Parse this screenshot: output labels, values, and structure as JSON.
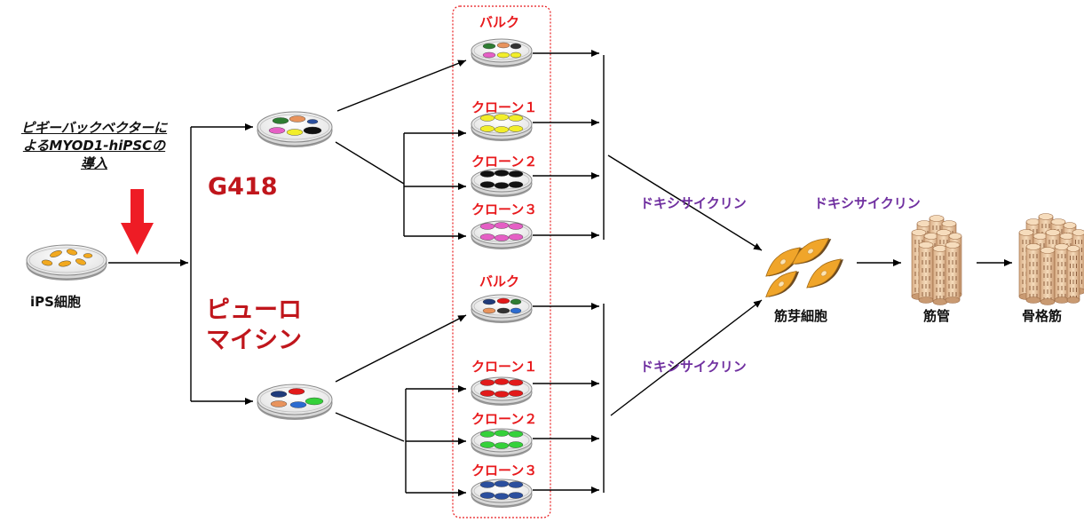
{
  "intro_label": [
    "ピギーバックベクターに",
    "よるMYOD1-hiPSCの",
    "導入"
  ],
  "ips_label": "iPS細胞",
  "g418_label": "G418",
  "puro_label": [
    "ピューロ",
    "マイシン"
  ],
  "bulk_label": "バルク",
  "clone_labels": [
    "クローン１",
    "クローン２",
    "クローン３"
  ],
  "dox_label": "ドキシサイクリン",
  "myoblast_label": "筋芽細胞",
  "myotube_label": "筋管",
  "skeletal_label": "骨格筋",
  "colors": {
    "arrow_red": "#ee1c25",
    "frame_red": "#e8191c",
    "yellow": "#f2ee2a",
    "black": "#111111",
    "pink": "#e55fc5",
    "red": "#e21a1a",
    "green": "#35d13a",
    "blue": "#2b4f9e",
    "orange": "#f2a91f",
    "tissue": "#f3cfa5"
  }
}
